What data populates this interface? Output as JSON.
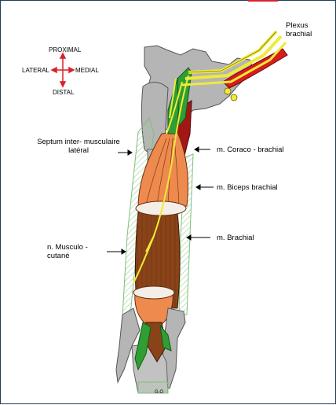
{
  "orientation": {
    "proximal": "PROXIMAL",
    "distal": "DISTAL",
    "lateral": "LATERAL",
    "medial": "MEDIAL",
    "arrow_color": "#d8232a"
  },
  "labels": {
    "plexus": "Plexus brachial",
    "septum": "Septum inter- musculaire latéral",
    "coraco": "m. Coraco - brachial",
    "biceps": "m. Biceps brachial",
    "brachial": "m. Brachial",
    "musculo": "n. Musculo - cutané"
  },
  "signature": "G.O",
  "colors": {
    "bone": "#b4b4b4",
    "biceps": "#ee8a4e",
    "brachialis": "#8a4318",
    "coracobrachialis": "#a31616",
    "nerve": "#f0ea3a",
    "artery": "#d81c1c",
    "green_muscle": "#2f9e33",
    "septum": "#c7e9c4"
  }
}
